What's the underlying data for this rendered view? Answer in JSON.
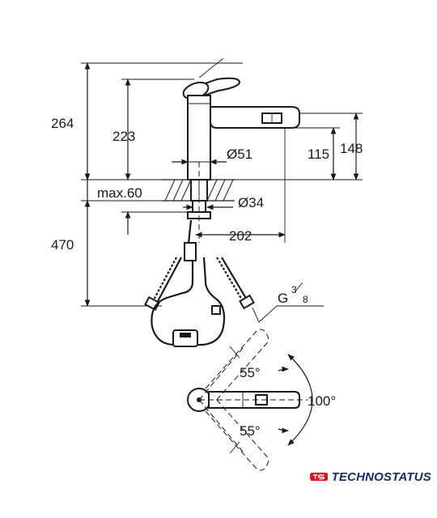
{
  "dimensions": {
    "total_height": "264",
    "spout_height": "223",
    "body_diameter": "Ø51",
    "outlet_height": "115",
    "outlet_height_total": "148",
    "max_deck_thickness": "max.60",
    "hole_diameter": "Ø34",
    "spout_reach": "202",
    "hose_length": "470",
    "thread_prefix": "G",
    "thread_num": "3",
    "thread_den": "8",
    "swivel_upper": "55°",
    "swivel_lower": "55°",
    "swivel_total": "100°"
  },
  "brand": {
    "name": "TECHNOSTATUS",
    "color": "#d71920",
    "text_color": "#1c2a66"
  }
}
